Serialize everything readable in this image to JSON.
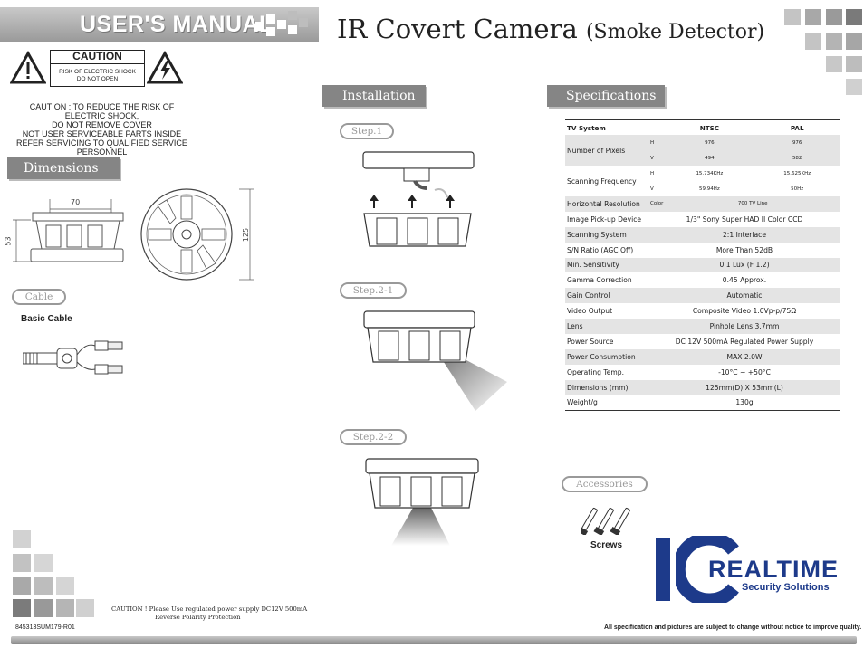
{
  "header": {
    "manual_label": "USER'S MANUAL",
    "title": "IR Covert Camera",
    "title_sub": "(Smoke Detector)"
  },
  "caution": {
    "label": "CAUTION",
    "sub_line1": "RISK OF ELECTRIC SHOCK",
    "sub_line2": "DO NOT OPEN",
    "desc_line1": "CAUTION : TO REDUCE THE RISK OF ELECTRIC SHOCK,",
    "desc_line2": "DO NOT REMOVE COVER",
    "desc_line3": "NOT USER SERVICEABLE PARTS INSIDE",
    "desc_line4": "REFER SERVICING TO QUALIFIED SERVICE PERSONNEL"
  },
  "dimensions": {
    "tab": "Dimensions",
    "width": "70",
    "height": "53",
    "diameter": "125"
  },
  "cable": {
    "tab": "Cable",
    "caption": "Basic Cable"
  },
  "installation": {
    "tab": "Installation",
    "steps": [
      "Step.1",
      "Step.2-1",
      "Step.2-2"
    ]
  },
  "specifications": {
    "tab": "Specifications",
    "headers": [
      "TV System",
      "NTSC",
      "PAL"
    ],
    "pixels": {
      "label": "Number of Pixels",
      "h": "H",
      "v": "V",
      "ntsc_h": "976",
      "ntsc_v": "494",
      "pal_h": "976",
      "pal_v": "582"
    },
    "scanning_freq": {
      "label": "Scanning Frequency",
      "h": "H",
      "v": "V",
      "ntsc_h": "15.734KHz",
      "ntsc_v": "59.94Hz",
      "pal_h": "15.625KHz",
      "pal_v": "50Hz"
    },
    "horizontal": {
      "label": "Horizontal Resolution",
      "sub": "Color",
      "value": "700 TV Line"
    },
    "rows": [
      {
        "label": "Image Pick-up Device",
        "value": "1/3\" Sony Super HAD II Color CCD"
      },
      {
        "label": "Scanning System",
        "value": "2:1 Interlace"
      },
      {
        "label": "S/N Ratio (AGC Off)",
        "value": "More Than 52dB"
      },
      {
        "label": "Min. Sensitivity",
        "value": "0.1 Lux (F 1.2)"
      },
      {
        "label": "Gamma Correction",
        "value": "0.45 Approx."
      },
      {
        "label": "Gain Control",
        "value": "Automatic"
      },
      {
        "label": "Video Output",
        "value": "Composite Video 1.0Vp-p/75Ω"
      },
      {
        "label": "Lens",
        "value": "Pinhole Lens 3.7mm"
      },
      {
        "label": "Power Source",
        "value": "DC 12V 500mA Regulated Power Supply"
      },
      {
        "label": "Power Consumption",
        "value": "MAX 2.0W"
      },
      {
        "label": "Operating Temp.",
        "value": "-10°C ~ +50°C"
      },
      {
        "label": "Dimensions (mm)",
        "value": "125mm(D) X 53mm(L)"
      },
      {
        "label": "Weight/g",
        "value": "130g"
      }
    ]
  },
  "accessories": {
    "tab": "Accessories",
    "caption": "Screws"
  },
  "logo": {
    "line1": "REALTIME",
    "line2": "Security Solutions"
  },
  "footer": {
    "caution_line1": "CAUTION ! Please Use regulated power supply DC12V 500mA",
    "caution_line2": "Reverse Polarity Protection",
    "part_no": "845313SUM179-R01",
    "disclaimer": "All specification and pictures are subject to change without notice to improve quality."
  },
  "colors": {
    "tab_gray": "#858585",
    "logo_blue": "#1d3a8a"
  }
}
